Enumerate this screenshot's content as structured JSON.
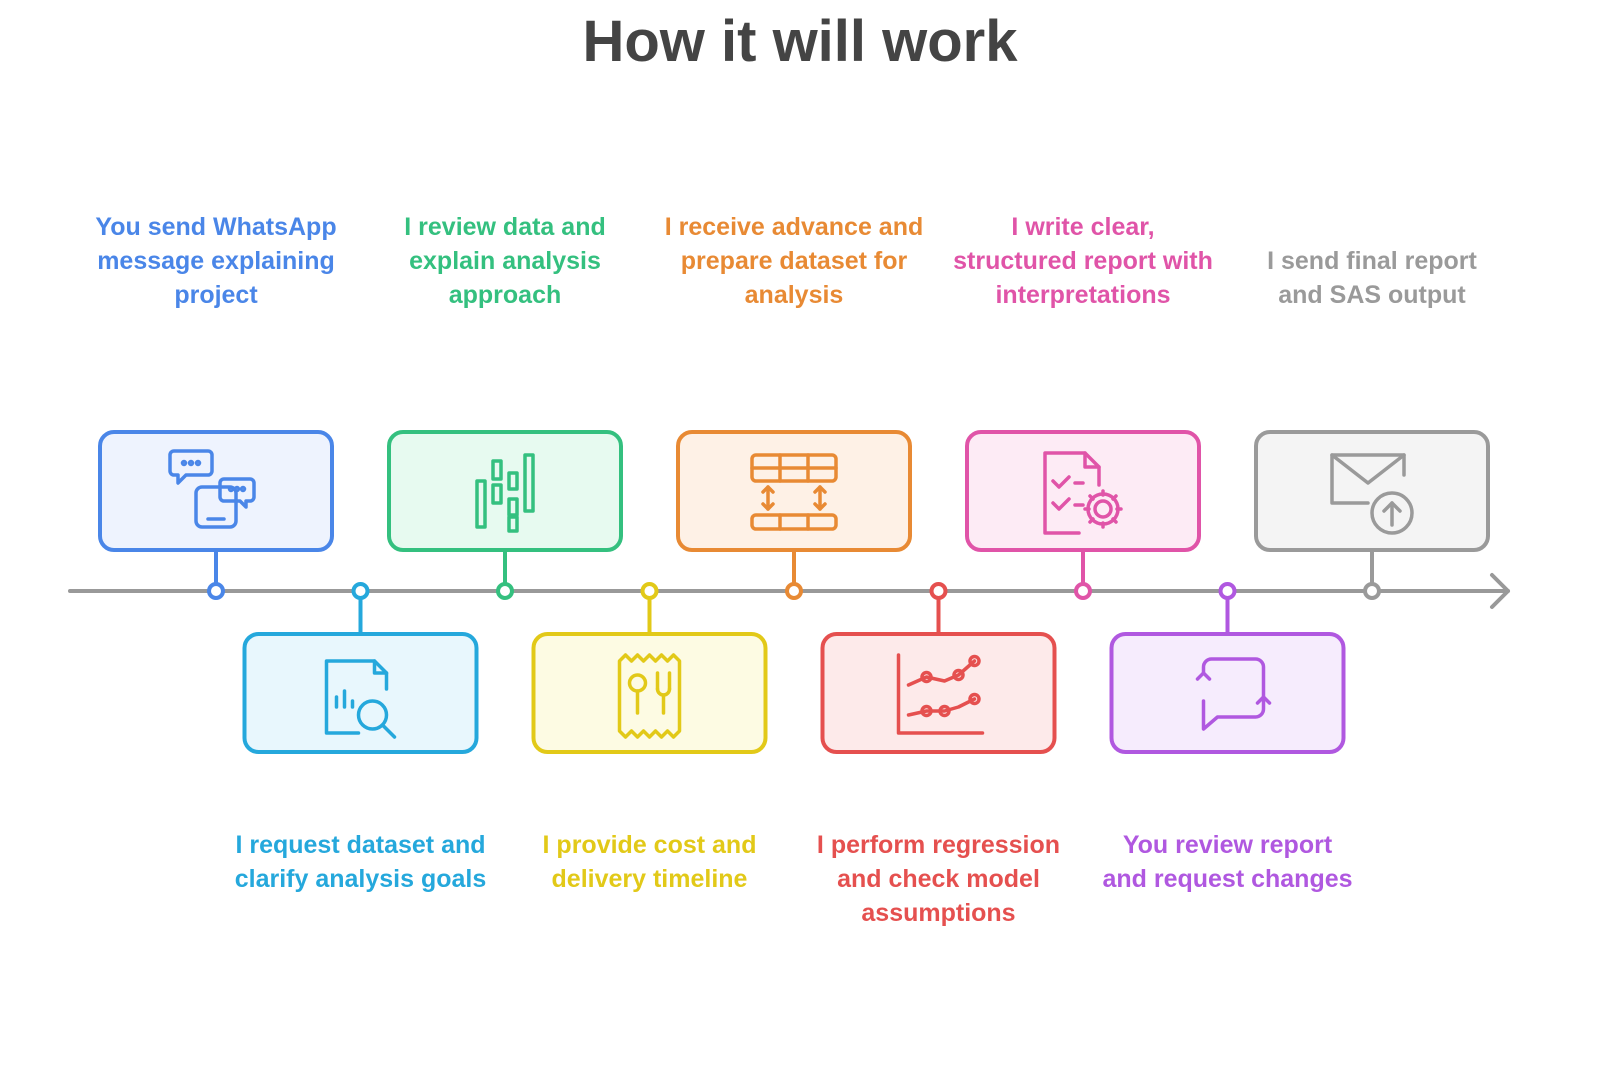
{
  "title": "How it will work",
  "colors": {
    "axis": "#999999"
  },
  "steps": [
    {
      "label": "You send WhatsApp message explaining project",
      "icon": "chat-phone-icon",
      "color": "#4a86e8",
      "fill": "#eef3fe",
      "position": "top"
    },
    {
      "label": "I request dataset and clarify analysis goals",
      "icon": "document-search-icon",
      "color": "#25a8dc",
      "fill": "#e8f7fd",
      "position": "bottom"
    },
    {
      "label": "I review data and explain analysis approach",
      "icon": "bar-columns-icon",
      "color": "#34c07f",
      "fill": "#e7faf0",
      "position": "top"
    },
    {
      "label": "I provide cost and delivery timeline",
      "icon": "receipt-icon",
      "color": "#e2c918",
      "fill": "#fdfbe3",
      "position": "bottom"
    },
    {
      "label": "I receive advance and prepare dataset for analysis",
      "icon": "table-resize-icon",
      "color": "#e88a34",
      "fill": "#fef1e6",
      "position": "top"
    },
    {
      "label": "I perform regression and check model assumptions",
      "icon": "line-chart-icon",
      "color": "#e5504f",
      "fill": "#fdeaea",
      "position": "bottom"
    },
    {
      "label": "I write clear, structured report with interpretations",
      "icon": "document-gear-icon",
      "color": "#e054a8",
      "fill": "#fdebf5",
      "position": "top"
    },
    {
      "label": "You review report and request changes",
      "icon": "refresh-chat-icon",
      "color": "#b058e0",
      "fill": "#f6ecfd",
      "position": "bottom"
    },
    {
      "label": "I send final report and SAS output",
      "icon": "mail-upload-icon",
      "color": "#9a9a9a",
      "fill": "#f4f4f4",
      "position": "top"
    }
  ]
}
